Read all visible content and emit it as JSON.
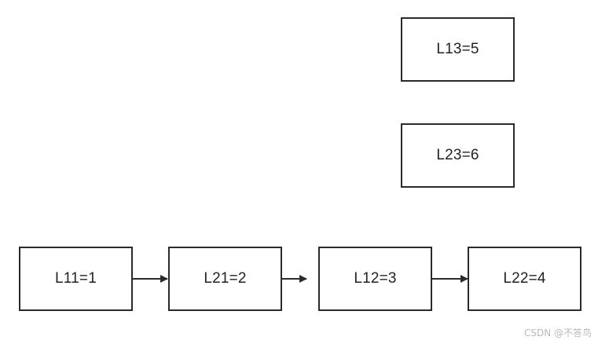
{
  "diagram": {
    "nodes": [
      {
        "id": "n-l13",
        "label": "L13=5"
      },
      {
        "id": "n-l23",
        "label": "L23=6"
      },
      {
        "id": "n-l11",
        "label": "L11=1"
      },
      {
        "id": "n-l21",
        "label": "L21=2"
      },
      {
        "id": "n-l12",
        "label": "L12=3"
      },
      {
        "id": "n-l22",
        "label": "L22=4"
      }
    ],
    "edges": [
      {
        "from": "n-l11",
        "to": "n-l21"
      },
      {
        "from": "n-l21",
        "to": "n-l12"
      },
      {
        "from": "n-l12",
        "to": "n-l22"
      }
    ],
    "colors": {
      "stroke": "#2b2b2b",
      "text": "#222222",
      "background": "#ffffff",
      "watermark": "#b9b9b9"
    }
  },
  "watermark": {
    "text": "CSDN @不答鸟"
  }
}
